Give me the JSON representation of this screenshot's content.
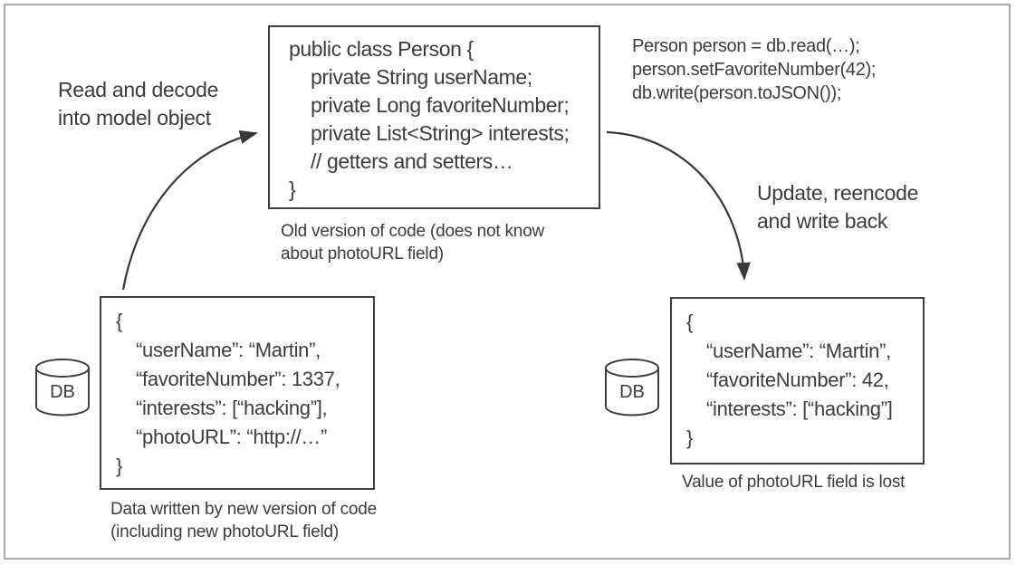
{
  "diagram": {
    "model_box": {
      "lines": [
        "public class Person {",
        "private String userName;",
        "private Long favoriteNumber;",
        "private List<String> interests;",
        "// getters and setters…",
        "}"
      ],
      "caption_line1": "Old version of code (does not know",
      "caption_line2": "about photoURL field)"
    },
    "app_code": {
      "lines": [
        "Person person = db.read(…);",
        "person.setFavoriteNumber(42);",
        "db.write(person.toJSON());"
      ]
    },
    "read_label": {
      "line1": "Read and decode",
      "line2": "into model object"
    },
    "write_label": {
      "line1": "Update, reencode",
      "line2": "and write back"
    },
    "db_left_label": "DB",
    "db_right_label": "DB",
    "json_left": {
      "lines": [
        "{",
        "“userName”: “Martin”,",
        "“favoriteNumber”: 1337,",
        "“interests”: [“hacking”],",
        "“photoURL”: “http://…”",
        "}"
      ],
      "caption_line1": "Data written by new version of code",
      "caption_line2": "(including new photoURL field)"
    },
    "json_right": {
      "lines": [
        "{",
        "“userName”: “Martin”,",
        "“favoriteNumber”: 42,",
        "“interests”: [“hacking”]",
        "}"
      ],
      "caption": "Value of photoURL field is lost"
    },
    "colors": {
      "text": "#3c3c3c",
      "border": "#3f3f3f",
      "frame": "#a9a9a9"
    }
  }
}
